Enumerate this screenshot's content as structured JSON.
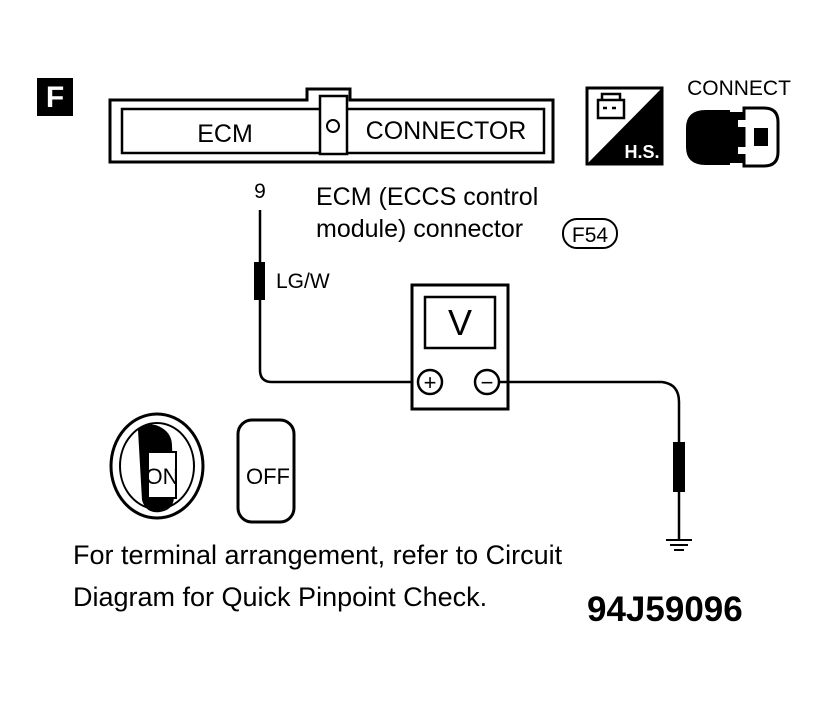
{
  "step_letter": "F",
  "connector_block": {
    "left_label": "ECM",
    "right_label": "CONNECTOR"
  },
  "harness_badge_label": "H.S.",
  "connect_label": "CONNECT",
  "terminal_number": "9",
  "ecm_description": {
    "line1": "ECM (ECCS control",
    "line2": "module) connector",
    "connector_code": "F54"
  },
  "wire_color": "LG/W",
  "voltmeter": {
    "symbol": "V",
    "plus_symbol": "+",
    "minus_symbol": "−"
  },
  "ignition": {
    "on_label": "ON",
    "off_label": "OFF"
  },
  "note": {
    "line1": "For terminal arrangement, refer to Circuit",
    "line2": "Diagram for Quick Pinpoint Check."
  },
  "figure_code": "94J59096"
}
